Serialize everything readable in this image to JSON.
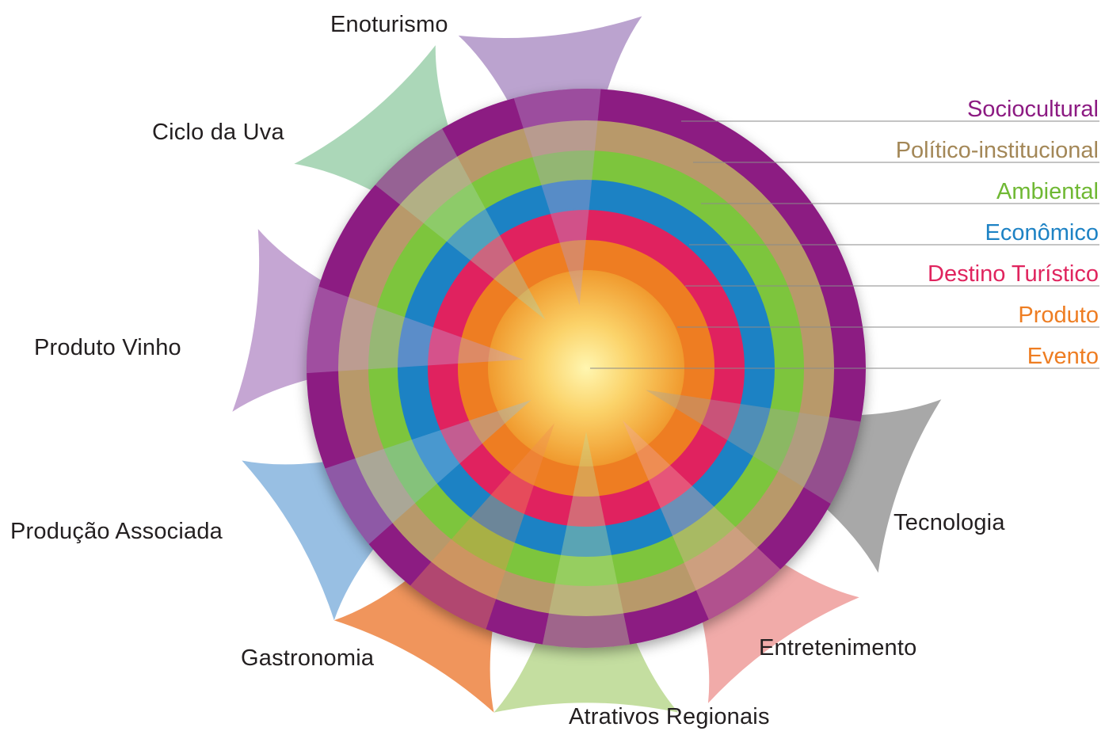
{
  "layers": [
    {
      "label": "Sociocultural",
      "color": "#8c1a82"
    },
    {
      "label": "Político-institucional",
      "color": "#b8996a"
    },
    {
      "label": "Ambiental",
      "color": "#7dc53d"
    },
    {
      "label": "Econômico",
      "color": "#1d82c4"
    },
    {
      "label": "Destino Turístico",
      "color": "#e0245e"
    },
    {
      "label": "Produto",
      "color": "#ee7d22"
    },
    {
      "label": "Evento",
      "color": "#f4a93a"
    }
  ],
  "segments": [
    {
      "label": "Enoturismo",
      "color": "#b79ecc"
    },
    {
      "label": "Ciclo da Uva",
      "color": "#a7d5b4"
    },
    {
      "label": "Produto Vinho",
      "color": "#c2a1d1"
    },
    {
      "label": "Produção Associada",
      "color": "#92bce2"
    },
    {
      "label": "Gastronomia",
      "color": "#ef8f53"
    },
    {
      "label": "Atrativos Regionais",
      "color": "#c1dc9b"
    },
    {
      "label": "Entretenimento",
      "color": "#f0a7a4"
    },
    {
      "label": "Tecnologia",
      "color": "#a3a3a3"
    }
  ]
}
